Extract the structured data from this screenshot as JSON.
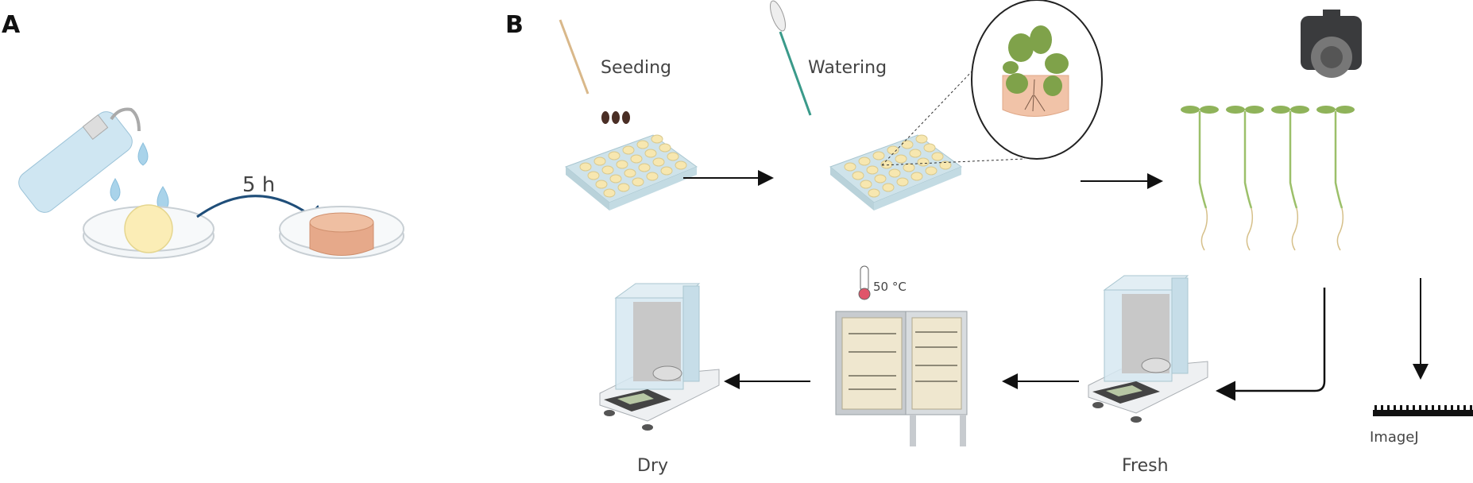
{
  "panels": {
    "a": {
      "label": "A",
      "steps": [
        {
          "id": "hydrate",
          "description": "wash bottle dispensing water drops onto dry pellet in petri dish"
        },
        {
          "id": "swollen",
          "description": "swollen hydrated pellet in petri dish"
        }
      ],
      "arrow_label": "5 h"
    },
    "b": {
      "label": "B",
      "seeding_label": "Seeding",
      "watering_label": "Watering",
      "oven_temp_label": "50 °C",
      "fresh_label": "Fresh",
      "dry_label": "Dry",
      "imagej_label": "ImageJ",
      "seedling_count": 4
    }
  },
  "colors": {
    "water": "#a9d3ea",
    "pellet_dry": "#fbedb6",
    "pellet_wet": "#e6a98a",
    "arrow_blue": "#1f4e79",
    "leaf": "#8fb35a",
    "plate": "#cfe3ea",
    "well": "#f7e7b0"
  }
}
